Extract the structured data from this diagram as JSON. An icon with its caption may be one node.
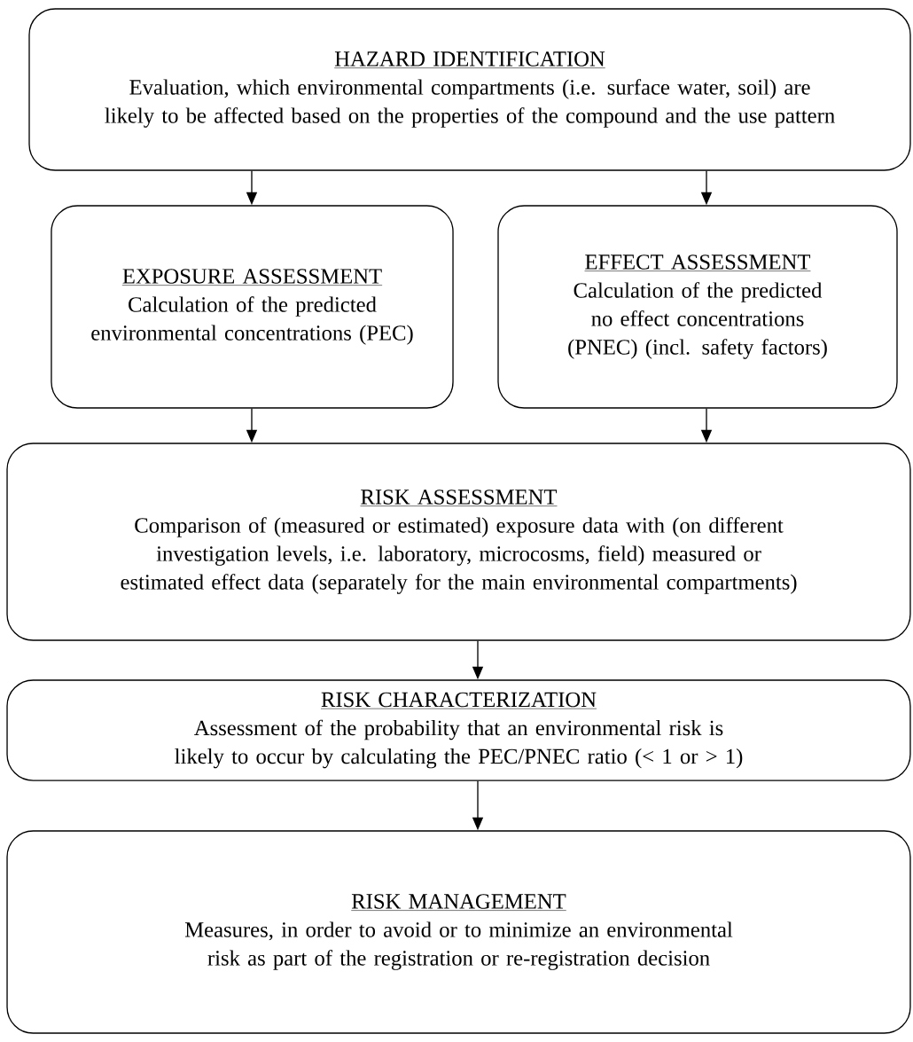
{
  "diagram": {
    "nodes": [
      {
        "text": [
          "HAZARD IDENTIFICATION",
          "Evaluation, which environmental compartments (i.e. surface water, soil) are likely to be affected based on the properties of the compound and the use pattern"
        ]
      },
      {
        "text": [
          "EXPOSURE ASSESSMENT",
          "Calculation of the predicted environmental concentrations (PEC)"
        ]
      },
      {
        "text": [
          "EFFECT ASSESSMENT",
          "Calculation of the predicted no effect concentrations (PNEC) (incl. safety factors)"
        ]
      },
      {
        "text": [
          "RISK ASSESSMENT",
          "Comparison of (measured or estimated) exposure data with (on different investigation levels, i.e. laboratory, microcosms, field) measured or estimated effect data (separately for the main environmental compartments)"
        ]
      },
      {
        "text": [
          "RISK CHARACTERIZATION",
          "Assessment of the probability that an environmental risk is likely to occur by calculating the PEC/PNEC ratio (< 1 or > 1)"
        ]
      },
      {
        "text": [
          "RISK MANAGEMENT",
          "Measures, in order to avoid or to minimize an environmental risk as part of the registration or re-registration decision"
        ]
      }
    ],
    "edges": [
      {
        "from": 0,
        "to": 1,
        "arrow": "to"
      },
      {
        "from": 0,
        "to": 2,
        "arrow": "to"
      },
      {
        "from": 1,
        "to": 3,
        "arrow": "to"
      },
      {
        "from": 2,
        "to": 3,
        "arrow": "to"
      },
      {
        "from": 3,
        "to": 4,
        "arrow": "to"
      },
      {
        "from": 4,
        "to": 5,
        "arrow": "to"
      }
    ]
  }
}
